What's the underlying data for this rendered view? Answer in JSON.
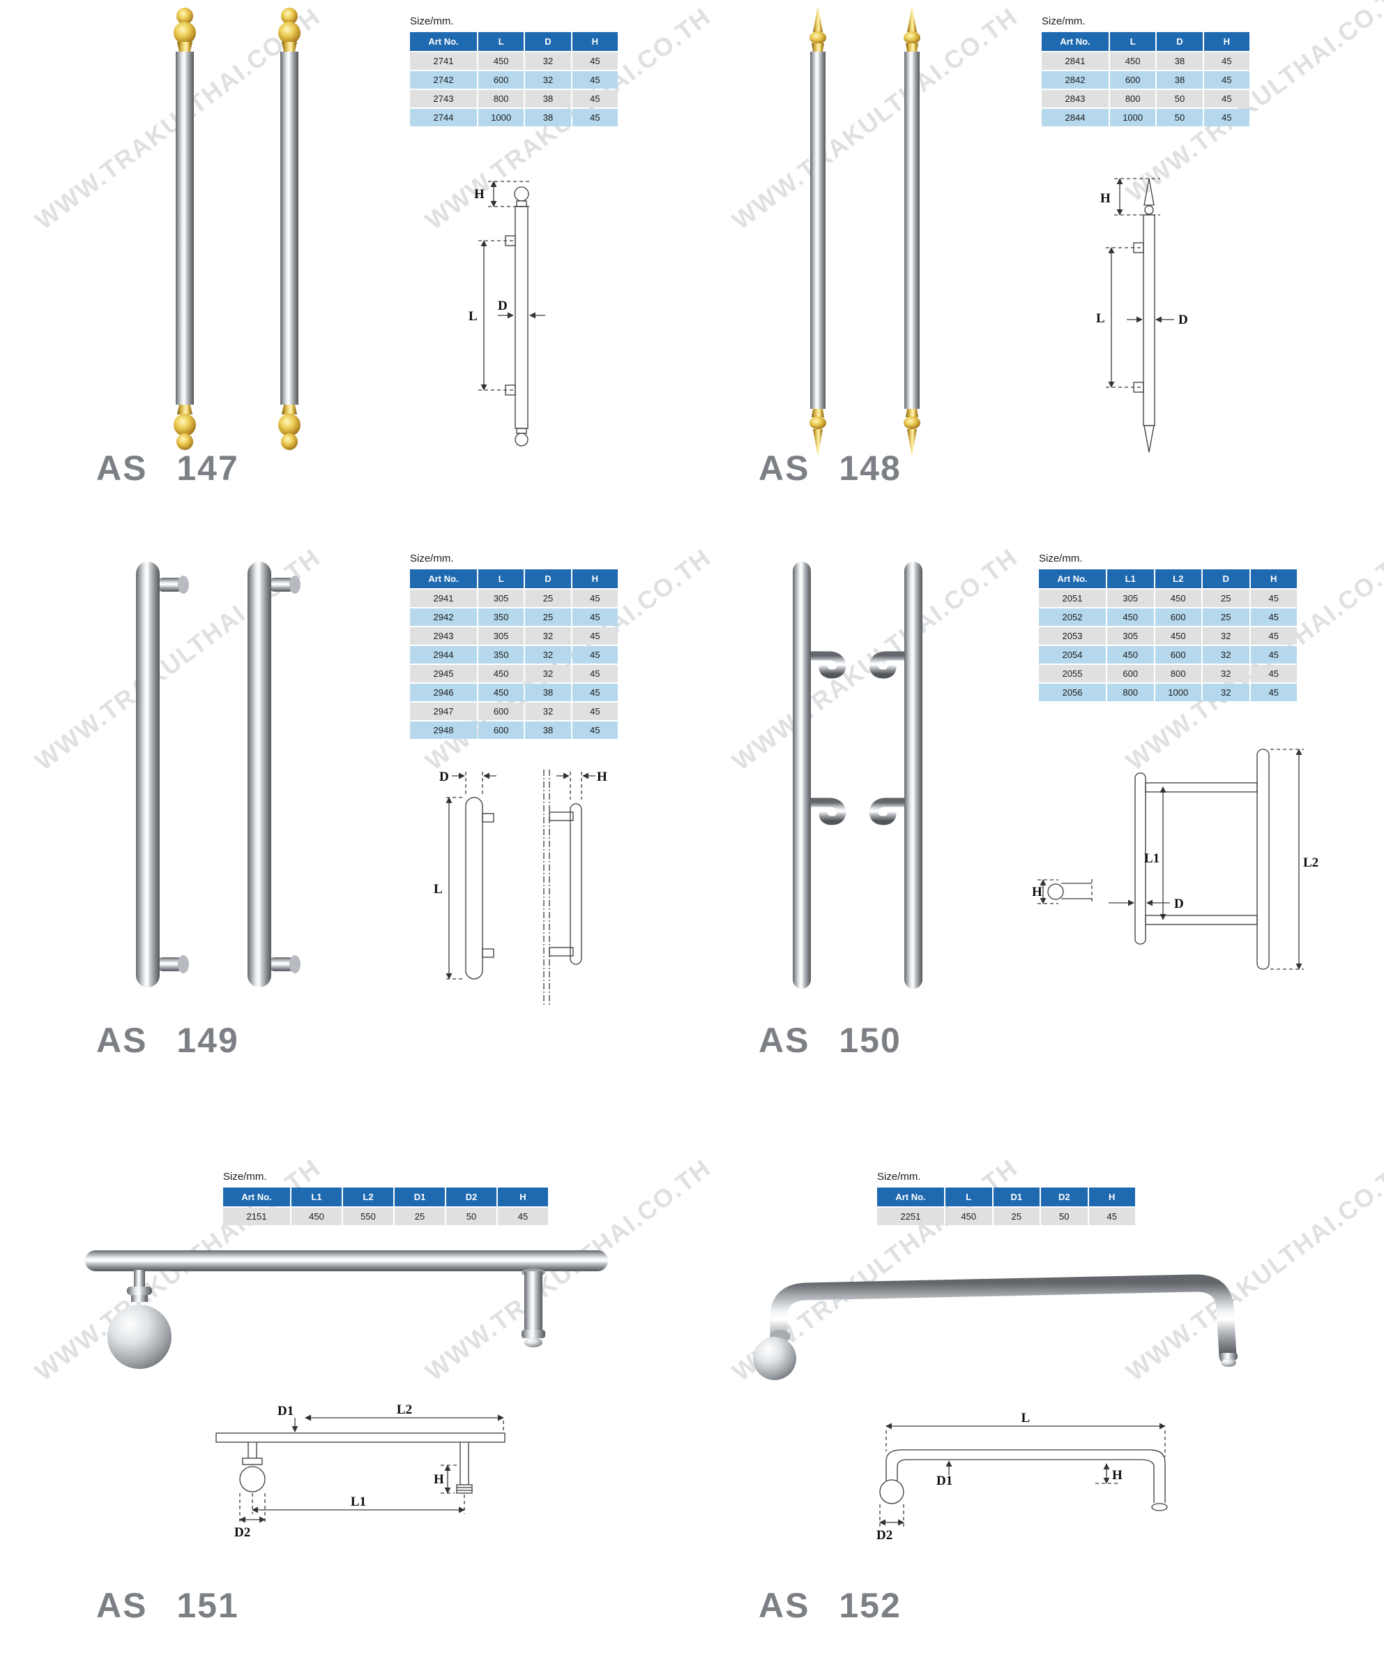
{
  "watermark": "WWW.TRAKULTHAI.CO.TH",
  "size_label": "Size/mm.",
  "colors": {
    "table_header_bg": "#1e69b0",
    "row_blue": "#b5d8ed",
    "row_gray": "#e0e0e0",
    "code_color": "#7c8084",
    "watermark_color": "#8a9199"
  },
  "products": [
    {
      "code": "AS 147",
      "table": {
        "headers": [
          "Art No.",
          "L",
          "D",
          "H"
        ],
        "rows": [
          [
            "2741",
            "450",
            "32",
            "45"
          ],
          [
            "2742",
            "600",
            "32",
            "45"
          ],
          [
            "2743",
            "800",
            "38",
            "45"
          ],
          [
            "2744",
            "1000",
            "38",
            "45"
          ]
        ]
      },
      "diagram": {
        "labels": {
          "h": "H",
          "d": "D",
          "l": "L"
        }
      }
    },
    {
      "code": "AS 148",
      "table": {
        "headers": [
          "Art No.",
          "L",
          "D",
          "H"
        ],
        "rows": [
          [
            "2841",
            "450",
            "38",
            "45"
          ],
          [
            "2842",
            "600",
            "38",
            "45"
          ],
          [
            "2843",
            "800",
            "50",
            "45"
          ],
          [
            "2844",
            "1000",
            "50",
            "45"
          ]
        ]
      },
      "diagram": {
        "labels": {
          "h": "H",
          "d": "D",
          "l": "L"
        }
      }
    },
    {
      "code": "AS 149",
      "table": {
        "headers": [
          "Art No.",
          "L",
          "D",
          "H"
        ],
        "rows": [
          [
            "2941",
            "305",
            "25",
            "45"
          ],
          [
            "2942",
            "350",
            "25",
            "45"
          ],
          [
            "2943",
            "305",
            "32",
            "45"
          ],
          [
            "2944",
            "350",
            "32",
            "45"
          ],
          [
            "2945",
            "450",
            "32",
            "45"
          ],
          [
            "2946",
            "450",
            "38",
            "45"
          ],
          [
            "2947",
            "600",
            "32",
            "45"
          ],
          [
            "2948",
            "600",
            "38",
            "45"
          ]
        ]
      },
      "diagram": {
        "labels": {
          "d": "D",
          "h": "H",
          "l": "L"
        }
      }
    },
    {
      "code": "AS 150",
      "table": {
        "headers": [
          "Art No.",
          "L1",
          "L2",
          "D",
          "H"
        ],
        "rows": [
          [
            "2051",
            "305",
            "450",
            "25",
            "45"
          ],
          [
            "2052",
            "450",
            "600",
            "25",
            "45"
          ],
          [
            "2053",
            "305",
            "450",
            "32",
            "45"
          ],
          [
            "2054",
            "450",
            "600",
            "32",
            "45"
          ],
          [
            "2055",
            "600",
            "800",
            "32",
            "45"
          ],
          [
            "2056",
            "800",
            "1000",
            "32",
            "45"
          ]
        ]
      },
      "diagram": {
        "labels": {
          "l1": "L1",
          "l2": "L2",
          "d": "D",
          "h": "H"
        }
      }
    },
    {
      "code": "AS 151",
      "table": {
        "headers": [
          "Art No.",
          "L1",
          "L2",
          "D1",
          "D2",
          "H"
        ],
        "rows": [
          [
            "2151",
            "450",
            "550",
            "25",
            "50",
            "45"
          ]
        ]
      },
      "diagram": {
        "labels": {
          "d1": "D1",
          "l2": "L2",
          "h": "H",
          "l1": "L1",
          "d2": "D2"
        }
      }
    },
    {
      "code": "AS 152",
      "table": {
        "headers": [
          "Art No.",
          "L",
          "D1",
          "D2",
          "H"
        ],
        "rows": [
          [
            "2251",
            "450",
            "25",
            "50",
            "45"
          ]
        ]
      },
      "diagram": {
        "labels": {
          "l": "L",
          "d1": "D1",
          "h": "H",
          "d2": "D2"
        }
      }
    }
  ]
}
